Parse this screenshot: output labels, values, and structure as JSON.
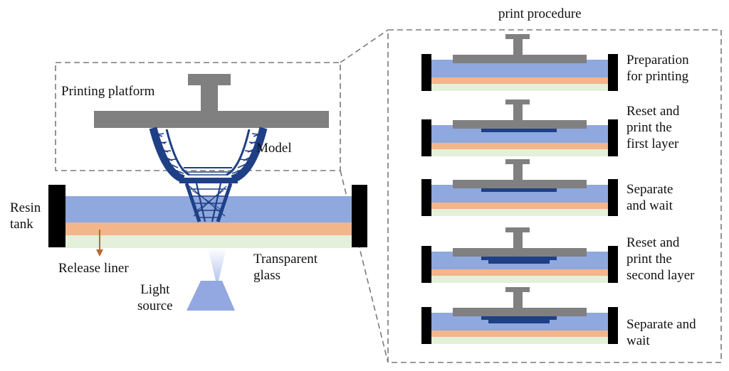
{
  "main": {
    "platform_label": "Printing platform",
    "model_label": "Model",
    "tank_label": "Resin\ntank",
    "liner_label": "Release liner",
    "glass_label": "Transparent\nglass",
    "light_label": "Light\nsource"
  },
  "procedure": {
    "title": "print procedure",
    "steps": [
      {
        "label": "Preparation\nfor printing"
      },
      {
        "label": "Reset and\nprint the\nfirst layer"
      },
      {
        "label": "Separate\nand wait"
      },
      {
        "label": "Reset and\nprint the\nsecond layer"
      },
      {
        "label": "Separate and\nwait"
      }
    ]
  },
  "colors": {
    "resin": "#8fa8dd",
    "release_liner": "#f3b58a",
    "glass": "#e3f0da",
    "tank_wall": "#000000",
    "platform": "#808080",
    "model": "#1f3f86",
    "layer": "#1f3f86",
    "light": "#93a8e0",
    "arrow": "#b8692e",
    "dashed": "#7a7a7a"
  },
  "icons": {
    "model": "eiffel-tower-lattice",
    "light_source": "light-cone",
    "liner_pointer": "arrow-down"
  }
}
